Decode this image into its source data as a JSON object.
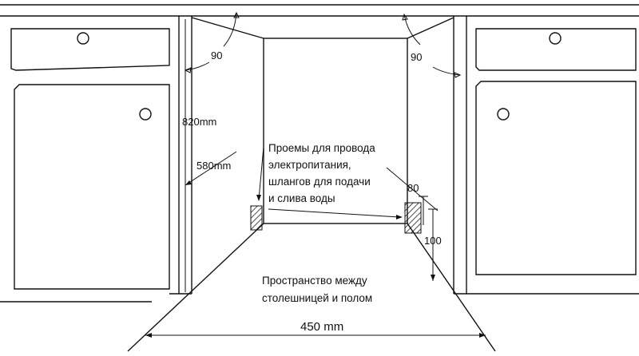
{
  "labels": {
    "angle_left": "90",
    "angle_right": "90",
    "height_820": "820mm",
    "height_580": "580mm",
    "openings_line1": "Проемы для провода",
    "openings_line2": "электропитания,",
    "openings_line3": "шлангов  для  подачи",
    "openings_line4": "и слива воды",
    "dim_80": "80",
    "dim_100": "100",
    "space_line1": "Пространство между",
    "space_line2": "столешницей и полом",
    "width_450": "450 mm"
  },
  "colors": {
    "line": "#111111",
    "background": "#ffffff"
  }
}
